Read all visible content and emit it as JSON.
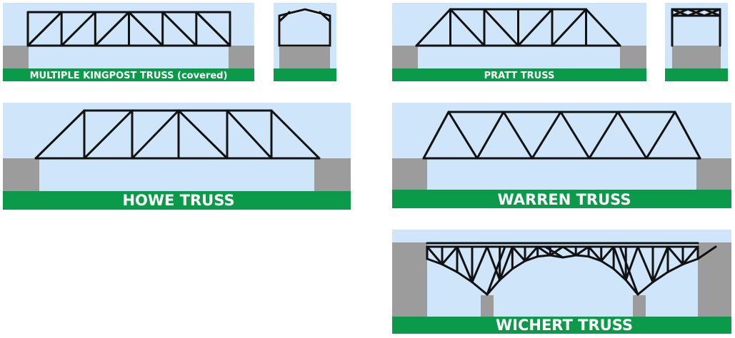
{
  "diagrams": [
    {
      "id": "multiple-kingpost",
      "label": "MULTIPLE KINGPOST TRUSS (covered)"
    },
    {
      "id": "pratt",
      "label": "PRATT TRUSS"
    },
    {
      "id": "howe",
      "label": "HOWE TRUSS"
    },
    {
      "id": "warren",
      "label": "WARREN TRUSS"
    },
    {
      "id": "wichert",
      "label": "WICHERT TRUSS"
    }
  ],
  "colors": {
    "sky": "#cfe6fa",
    "stone": "#9c9c9c",
    "grass": "#0b9a4a",
    "member": "#111111",
    "label": "#ffffff"
  }
}
